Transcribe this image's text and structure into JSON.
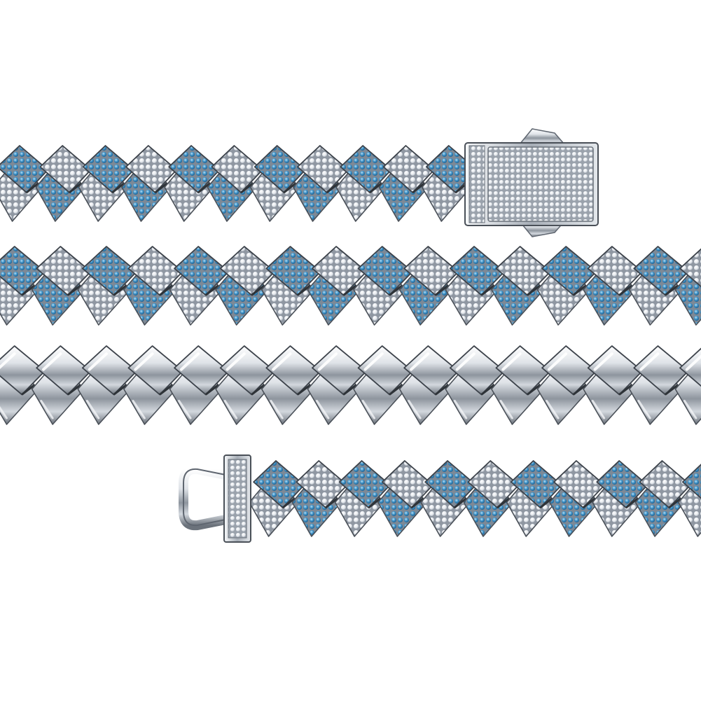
{
  "image": {
    "subject": "cuban-link-chain",
    "background_color": "#ffffff"
  },
  "palette": {
    "metal_light": "#f4f6f9",
    "metal_mid": "#c7ccd4",
    "metal_dark": "#5f6670",
    "metal_edge": "#3c424a",
    "stone_white": "#eef1f5",
    "stone_white_shade": "#aeb5bf",
    "stone_blue": "#3c8fc4",
    "stone_blue_light": "#8cc6e8",
    "stone_blue_dark": "#1f5c8a"
  },
  "chain_rows": [
    {
      "name": "chain-row-1",
      "style": "iced",
      "links": 11
    },
    {
      "name": "chain-row-2",
      "style": "iced",
      "links": 16
    },
    {
      "name": "chain-row-3",
      "style": "polished",
      "links": 16
    },
    {
      "name": "chain-row-4",
      "style": "iced",
      "links": 11
    }
  ],
  "clasps": [
    {
      "name": "box-clasp",
      "style": "pave-box"
    },
    {
      "name": "tongue-clasp",
      "style": "pave-bar-hook"
    }
  ]
}
